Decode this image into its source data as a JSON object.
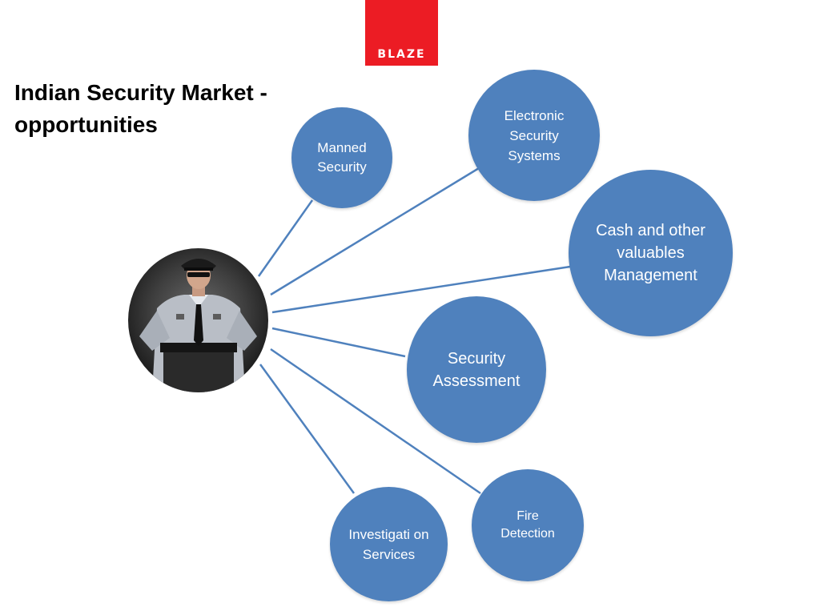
{
  "logo": {
    "text": "BLAZE",
    "color": "#ec1c24"
  },
  "title": "Indian Security Market - opportunities",
  "hub": {
    "icon": "security-guard-photo"
  },
  "node_color": "#4f81bd",
  "line_color": "#4f81bd",
  "nodes": [
    {
      "id": "manned-security",
      "label": "Manned Security"
    },
    {
      "id": "electronic-security-systems",
      "label": "Electronic Security Systems"
    },
    {
      "id": "cash-and-valuables-management",
      "label": "Cash and other valuables Management"
    },
    {
      "id": "security-assessment",
      "label": "Security Assessment"
    },
    {
      "id": "fire-detection",
      "label": "Fire Detection"
    },
    {
      "id": "investigation-services",
      "label": "Investigati on Services"
    }
  ]
}
